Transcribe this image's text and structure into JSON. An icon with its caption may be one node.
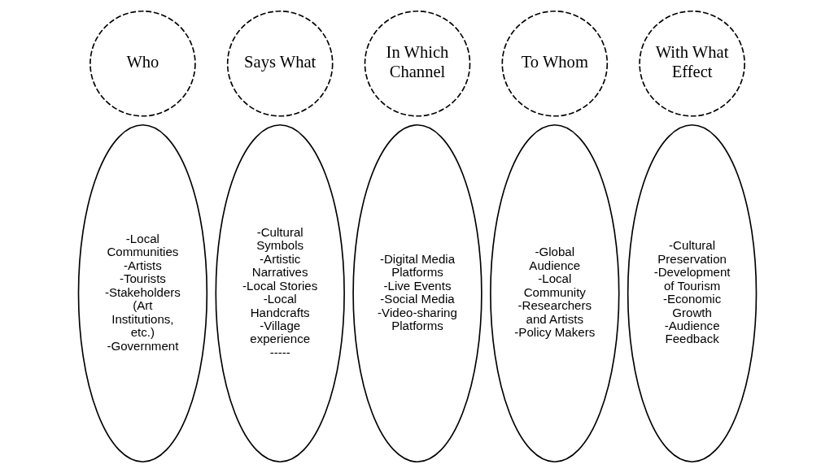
{
  "diagram": {
    "nodes": [
      {
        "text": [
          "Who"
        ]
      },
      {
        "text": [
          "Says What"
        ]
      },
      {
        "text": [
          "In Which Channel"
        ]
      },
      {
        "text": [
          "To Whom"
        ]
      },
      {
        "text": [
          "With What Effect"
        ]
      },
      {
        "text": [
          "-Local Communities",
          "-Artists",
          "-Tourists",
          "-Stakeholders (Art Institutions, etc.)",
          "-Government"
        ]
      },
      {
        "text": [
          "-Cultural Symbols",
          "-Artistic Narratives",
          "-Local Stories",
          "-Local Handcrafts",
          "-Village experience",
          "-----"
        ]
      },
      {
        "text": [
          "-Digital Media Platforms",
          "-Live Events",
          "-Social Media",
          "-Video-sharing Platforms"
        ]
      },
      {
        "text": [
          "-Global Audience",
          "-Local Community",
          "-Researchers and Artists",
          "-Policy Makers"
        ]
      },
      {
        "text": [
          "-Cultural Preservation",
          "-Development of Tourism",
          "-Economic Growth",
          "-Audience Feedback"
        ]
      }
    ],
    "edges": []
  }
}
